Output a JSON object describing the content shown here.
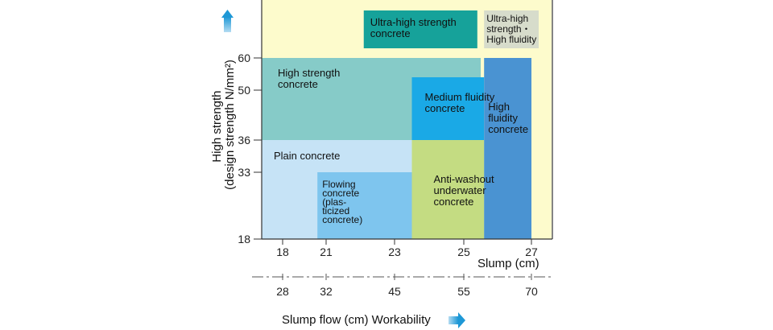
{
  "chart_data": {
    "type": "region",
    "ylabel_lines": [
      "High strength",
      "(design strength N/mm²)"
    ],
    "x_axis_title": "Slump (cm)",
    "flow_axis_title": "Slump flow (cm) Workability",
    "y_ticks": [
      {
        "label": "18",
        "value": 18
      },
      {
        "label": "33",
        "value": 33
      },
      {
        "label": "36",
        "value": 36
      },
      {
        "label": "50",
        "value": 50
      },
      {
        "label": "60",
        "value": 60
      }
    ],
    "x_ticks": [
      {
        "label": "18",
        "slump": 18
      },
      {
        "label": "21",
        "slump": 21
      },
      {
        "label": "23",
        "slump": 23
      },
      {
        "label": "25",
        "slump": 25
      },
      {
        "label": "27",
        "slump": 27
      }
    ],
    "flow_ticks": [
      {
        "label": "28",
        "slump": 18
      },
      {
        "label": "32",
        "slump": 21
      },
      {
        "label": "45",
        "slump": 23
      },
      {
        "label": "55",
        "slump": 25
      },
      {
        "label": "70",
        "slump": 27
      }
    ],
    "regions": [
      {
        "id": "plain",
        "lines": [
          "Plain concrete"
        ],
        "slump": [
          17.8,
          23.5
        ],
        "strength": [
          18,
          36
        ],
        "color": "#c6e3f6"
      },
      {
        "id": "high-strength",
        "lines": [
          "High strength",
          "concrete"
        ],
        "slump": [
          17.8,
          25.5
        ],
        "strength": [
          36,
          60
        ],
        "color": "#86cbc8"
      },
      {
        "id": "flowing",
        "lines": [
          "Flowing",
          "concrete",
          "(plas-",
          "ticized",
          "concrete)"
        ],
        "slump": [
          20.4,
          23.5
        ],
        "strength": [
          18,
          33
        ],
        "color": "#7ec5ee"
      },
      {
        "id": "medium-fluidity",
        "lines": [
          "Medium fluidity",
          "concrete"
        ],
        "slump": [
          23.5,
          25.6
        ],
        "strength": [
          36,
          54
        ],
        "color": "#1aa9e6"
      },
      {
        "id": "anti-washout",
        "lines": [
          "Anti-washout",
          "underwater",
          "concrete"
        ],
        "slump": [
          23.5,
          25.6
        ],
        "strength": [
          18,
          36
        ],
        "color": "#c4dc82"
      },
      {
        "id": "high-fluidity",
        "lines": [
          "High",
          "fluidity",
          "concrete"
        ],
        "slump": [
          25.6,
          27
        ],
        "strength": [
          18,
          60
        ],
        "color": "#4a93d2"
      },
      {
        "id": "ultra-high-strength",
        "lines": [
          "Ultra-high strength",
          "concrete"
        ],
        "slump": [
          22.1,
          25.4
        ],
        "strength": [
          63,
          70
        ],
        "color": "#16a29a"
      },
      {
        "id": "ultra-high-fluidity",
        "lines": [
          "Ultra-high",
          "strength・",
          "High fluidity"
        ],
        "slump": [
          25.6,
          27.4
        ],
        "strength": [
          63,
          70
        ],
        "color": "#d7dccb"
      }
    ],
    "colors": {
      "background": "#fdfbcc",
      "arrow": "#35a5dc"
    }
  }
}
